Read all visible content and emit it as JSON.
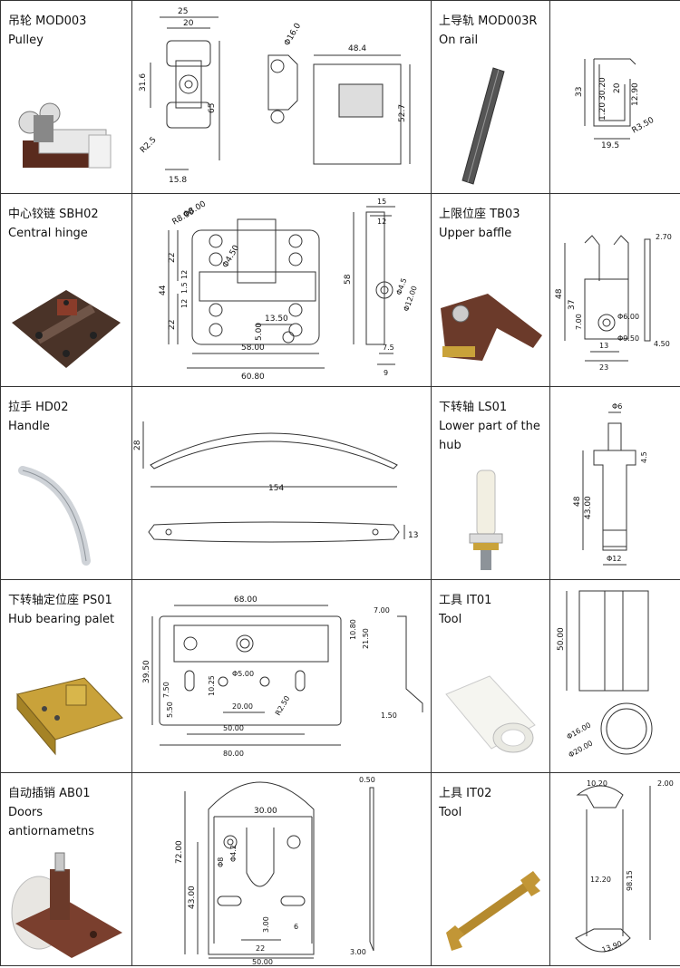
{
  "products": [
    {
      "zh": "吊轮 MOD003",
      "en": "Pulley",
      "photo_icon": "pulley-photo",
      "dims": {
        "a": "25",
        "b": "20",
        "c": "31.6",
        "d": "65",
        "e": "R2.5",
        "f": "15.8",
        "g": "Φ16.0",
        "h": "48.4",
        "i": "52.7"
      }
    },
    {
      "zh": "上导轨 MOD003R",
      "en": "On rail",
      "photo_icon": "rail-photo",
      "dims": {
        "a": "33",
        "b": "30.20",
        "c": "20",
        "d": "1.20",
        "e": "12.90",
        "f": "R3.50",
        "g": "19.5"
      }
    },
    {
      "zh": "中心铰链 SBH02",
      "en": "Central hinge",
      "photo_icon": "hinge-photo",
      "dims": {
        "a": "Φ8.00",
        "b": "R8.00",
        "c": "Φ4.50",
        "d": "22",
        "e": "44",
        "f": "12",
        "g": "1.5",
        "h": "12",
        "i": "22",
        "j": "13.50",
        "k": "5.00",
        "l": "58.00",
        "m": "60.80",
        "n": "15",
        "o": "12",
        "p": "58",
        "q": "Φ4.5",
        "r": "Φ12.00",
        "s": "7.5",
        "t": "9"
      }
    },
    {
      "zh": "上限位座 TB03",
      "en": "Upper baffle",
      "photo_icon": "baffle-photo",
      "dims": {
        "a": "2.70",
        "b": "48",
        "c": "37",
        "d": "7.00",
        "e": "Φ6.00",
        "f": "Φ9.50",
        "g": "13",
        "h": "23",
        "i": "4.50"
      }
    },
    {
      "zh": "拉手 HD02",
      "en": "Handle",
      "photo_icon": "handle-photo",
      "dims": {
        "a": "28",
        "b": "154",
        "c": "13"
      }
    },
    {
      "zh": "下转轴 LS01",
      "en": "Lower part of the hub",
      "photo_icon": "hub-photo",
      "dims": {
        "a": "Φ6",
        "b": "4.5",
        "c": "48",
        "d": "43.00",
        "e": "Φ12"
      }
    },
    {
      "zh": "下转轴定位座 PS01",
      "en": "Hub bearing palet",
      "photo_icon": "bearing-plate-photo",
      "dims": {
        "a": "68.00",
        "b": "7.00",
        "c": "10.80",
        "d": "21.50",
        "e": "39.50",
        "f": "7.50",
        "g": "10.25",
        "h": "Φ5.00",
        "i": "5.50",
        "j": "20.00",
        "k": "R2.50",
        "l": "50.00",
        "m": "80.00",
        "n": "1.50"
      }
    },
    {
      "zh": "工具 IT01",
      "en": "Tool",
      "photo_icon": "tube-tool-photo",
      "dims": {
        "a": "50.00",
        "b": "Φ16.00",
        "c": "Φ20.00"
      }
    },
    {
      "zh": "自动插销 AB01",
      "en": "Doors antiornametns",
      "photo_icon": "latch-photo",
      "dims": {
        "a": "0.50",
        "b": "30.00",
        "c": "Φ8",
        "d": "Φ4.2",
        "e": "72.00",
        "f": "43.00",
        "g": "3.00",
        "h": "6",
        "i": "22",
        "j": "50.00",
        "k": "3.00"
      }
    },
    {
      "zh": "上具 IT02",
      "en": "Tool",
      "photo_icon": "wrench-photo",
      "dims": {
        "a": "10.20",
        "b": "2.00",
        "c": "12.20",
        "d": "98.15",
        "e": "13.90"
      }
    }
  ],
  "colors": {
    "line": "#333333",
    "brown": "#6b3a2a",
    "gold": "#c9a23a",
    "steel": "#9aa0a6"
  }
}
